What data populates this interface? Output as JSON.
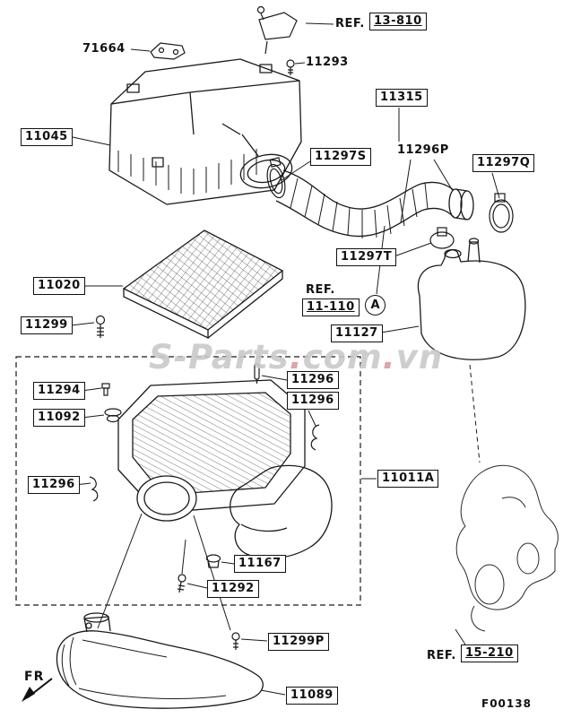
{
  "page": {
    "figure_code": "F00138",
    "fr_label": "FR"
  },
  "watermark": {
    "part1": "S-Parts",
    "dot1": ".",
    "part2": "com",
    "dot2": ".",
    "part3": "vn"
  },
  "labels": {
    "p71664": "71664",
    "p11293": "11293",
    "p11045": "11045",
    "p11297S": "11297S",
    "p11315": "11315",
    "p11296P": "11296P",
    "p11297Q": "11297Q",
    "p11297T": "11297T",
    "p11127": "11127",
    "p11020": "11020",
    "p11299": "11299",
    "p11294": "11294",
    "p11092": "11092",
    "p11296a": "11296",
    "p11296b": "11296",
    "p11296c": "11296",
    "p11011A": "11011A",
    "p11167": "11167",
    "p11292": "11292",
    "p11299P": "11299P",
    "p11089": "11089"
  },
  "refs": {
    "prefix": "REF.",
    "r13810": "13-810",
    "r11110": "11-110",
    "r15210": "15-210",
    "marker_a": "A"
  }
}
